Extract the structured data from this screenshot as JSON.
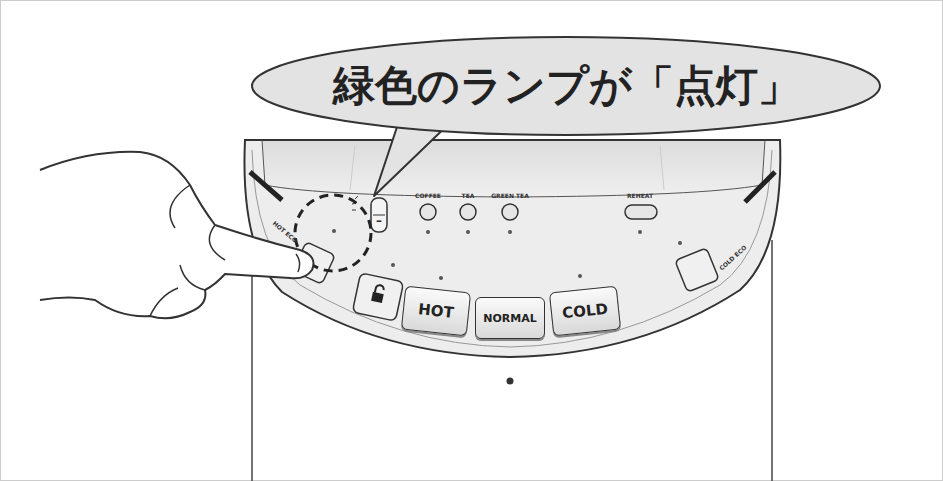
{
  "diagram": {
    "nodes": [
      {
        "text": [
          "緑色のランプが「点灯」"
        ]
      },
      {
        "text": [
          "HOT"
        ]
      },
      {
        "text": [
          "NORMAL"
        ]
      },
      {
        "text": [
          "COLD"
        ]
      }
    ],
    "labels": [
      "COFFEE",
      "TEA",
      "GREEN TEA",
      "REHEAT",
      "HOT ECO",
      "COLD ECO",
      "–"
    ]
  }
}
